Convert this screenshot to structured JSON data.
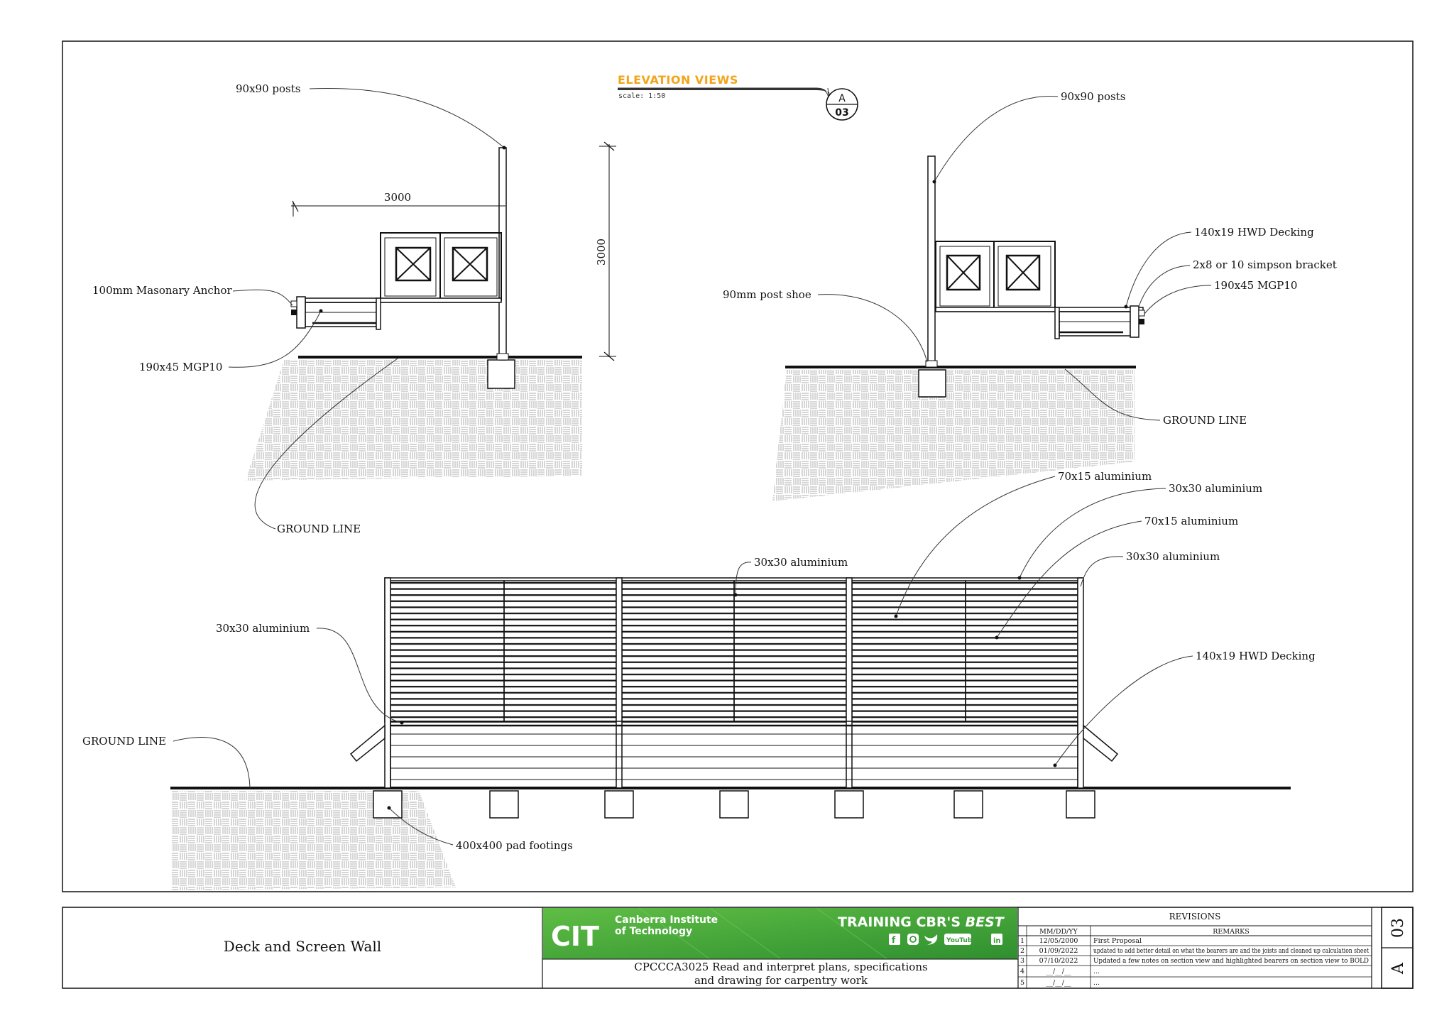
{
  "header": {
    "view_title": "ELEVATION VIEWS",
    "scale": "scale: 1:50",
    "callout_letter": "A",
    "callout_number": "03"
  },
  "left_elevation": {
    "posts_label": "90x90 posts",
    "anchor_label": "100mm Masonary Anchor",
    "mgp_label": "190x45 MGP10",
    "ground_label": "GROUND LINE",
    "dim_horizontal": "3000",
    "dim_vertical": "3000"
  },
  "right_elevation": {
    "posts_label": "90x90 posts",
    "shoe_label": "90mm post shoe",
    "decking_label": "140x19 HWD Decking",
    "bracket_label": "2x8 or 10 simpson bracket",
    "mgp_label": "190x45 MGP10",
    "ground_label": "GROUND LINE"
  },
  "front_elevation": {
    "alu_70_top": "70x15 aluminium",
    "alu_30_top": "30x30 aluminium",
    "alu_70_mid": "70x15 aluminium",
    "alu_30_right": "30x30 aluminium",
    "alu_30_center": "30x30 aluminium",
    "alu_30_left": "30x30 aluminium",
    "decking_label": "140x19 HWD Decking",
    "ground_label": "GROUND LINE",
    "footings_label": "400x400 pad footings"
  },
  "title_block": {
    "drawing_title": "Deck and Screen Wall",
    "institute_line1": "Canberra Institute",
    "institute_line2": "of Technology",
    "slogan_main": "TRAINING CBR'S",
    "slogan_best": "BEST",
    "logo_text": "CIT",
    "course_line1": "CPCCCA3025 Read and interpret plans, specifications",
    "course_line2": "and drawing for carpentry work",
    "revisions_heading": "REVISIONS",
    "col_date": "MM/DD/YY",
    "col_remarks": "REMARKS",
    "revisions": [
      {
        "no": "1",
        "date": "12/05/2000",
        "remark": "First Proposal"
      },
      {
        "no": "2",
        "date": "01/09/2022",
        "remark": "updated to add better detail on what the bearers are and the joists and cleaned up calculation sheet"
      },
      {
        "no": "3",
        "date": "07/10/2022",
        "remark": "Updated a few notes on section view and highlighted bearers on section view to BOLD"
      },
      {
        "no": "4",
        "date": "__/__/__",
        "remark": "..."
      },
      {
        "no": "5",
        "date": "__/__/__",
        "remark": "..."
      }
    ],
    "sheet_number": "03",
    "sheet_letter": "A"
  },
  "colors": {
    "title_orange": "#f2a51a",
    "banner_green": "#4caf3c",
    "line": "#111111"
  }
}
